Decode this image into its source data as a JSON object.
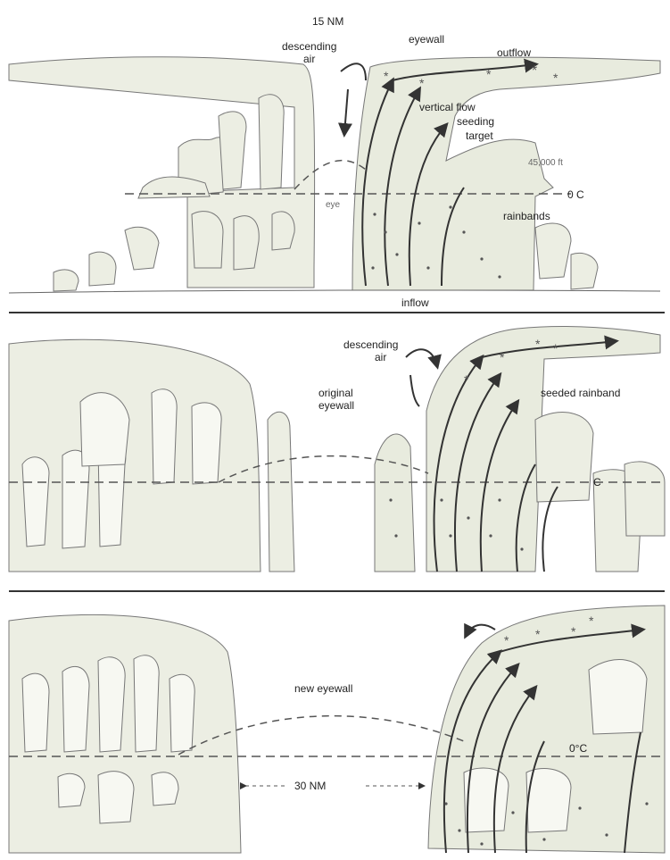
{
  "panel1": {
    "scale": "15 NM",
    "descending_air": [
      "descending",
      "air"
    ],
    "eyewall": "eyewall",
    "outflow": "outflow",
    "vertical_flow": "vertical flow",
    "seeding_target": [
      "seeding",
      "target"
    ],
    "altitude": "45,000 ft",
    "freezing": "0 C",
    "eye": "eye",
    "rainbands": "rainbands",
    "inflow": "inflow"
  },
  "panel2": {
    "descending_air": [
      "descending",
      "air"
    ],
    "original_eyewall": [
      "original",
      "eyewall"
    ],
    "seeded_rainband": "seeded rainband",
    "freezing": "C"
  },
  "panel3": {
    "new_eyewall": "new eyewall",
    "freezing": "0°C",
    "scale": "30 NM"
  }
}
